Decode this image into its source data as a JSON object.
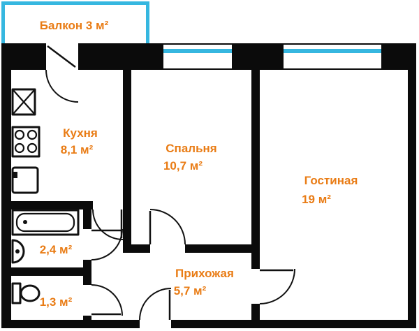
{
  "colors": {
    "walls": "#0b0b0b",
    "rooms": "#ffffff",
    "windows": "#36b7e0",
    "labels": "#e97c15"
  },
  "plan": {
    "balcony": {
      "label": "Балкон 3 м²"
    },
    "kitchen": {
      "name": "Кухня",
      "area": "8,1 м²"
    },
    "bedroom": {
      "name": "Спальня",
      "area": "10,7 м²"
    },
    "living_room": {
      "name": "Гостиная",
      "area": "19 м²"
    },
    "hallway": {
      "name": "Прихожая",
      "area": "5,7 м²"
    },
    "bathroom": {
      "area": "2,4 м²"
    },
    "toilet": {
      "area": "1,3 м²"
    }
  },
  "fixtures": {
    "kitchen": [
      "sink-icon",
      "stove-icon",
      "fridge-icon"
    ],
    "bathroom": [
      "bathtub-icon",
      "washbasin-icon"
    ],
    "toilet": [
      "toilet-icon"
    ]
  }
}
